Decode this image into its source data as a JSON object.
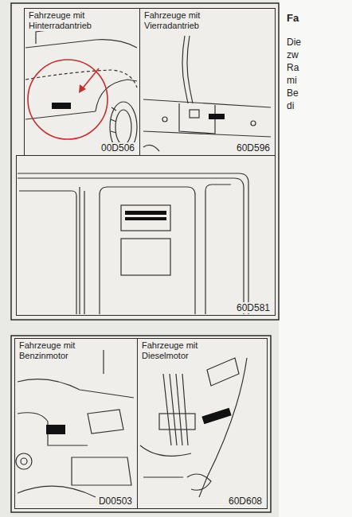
{
  "diagram": {
    "nodes": [
      {
        "text": [
          "Fahrzeuge mit Hinterradantrieb",
          "00D506"
        ]
      },
      {
        "text": [
          "Fahrzeuge mit Vierradantrieb",
          "60D596"
        ]
      },
      {
        "text": [
          "60D581"
        ]
      },
      {
        "text": [
          "Fahrzeuge mit Benzinmotor",
          "D00503"
        ]
      },
      {
        "text": [
          "Fahrzeuge mit Dieselmotor",
          "60D608"
        ]
      }
    ],
    "labels": [
      "Fa",
      "Die",
      "zw",
      "Ra",
      "mi",
      "Be",
      "di"
    ]
  }
}
